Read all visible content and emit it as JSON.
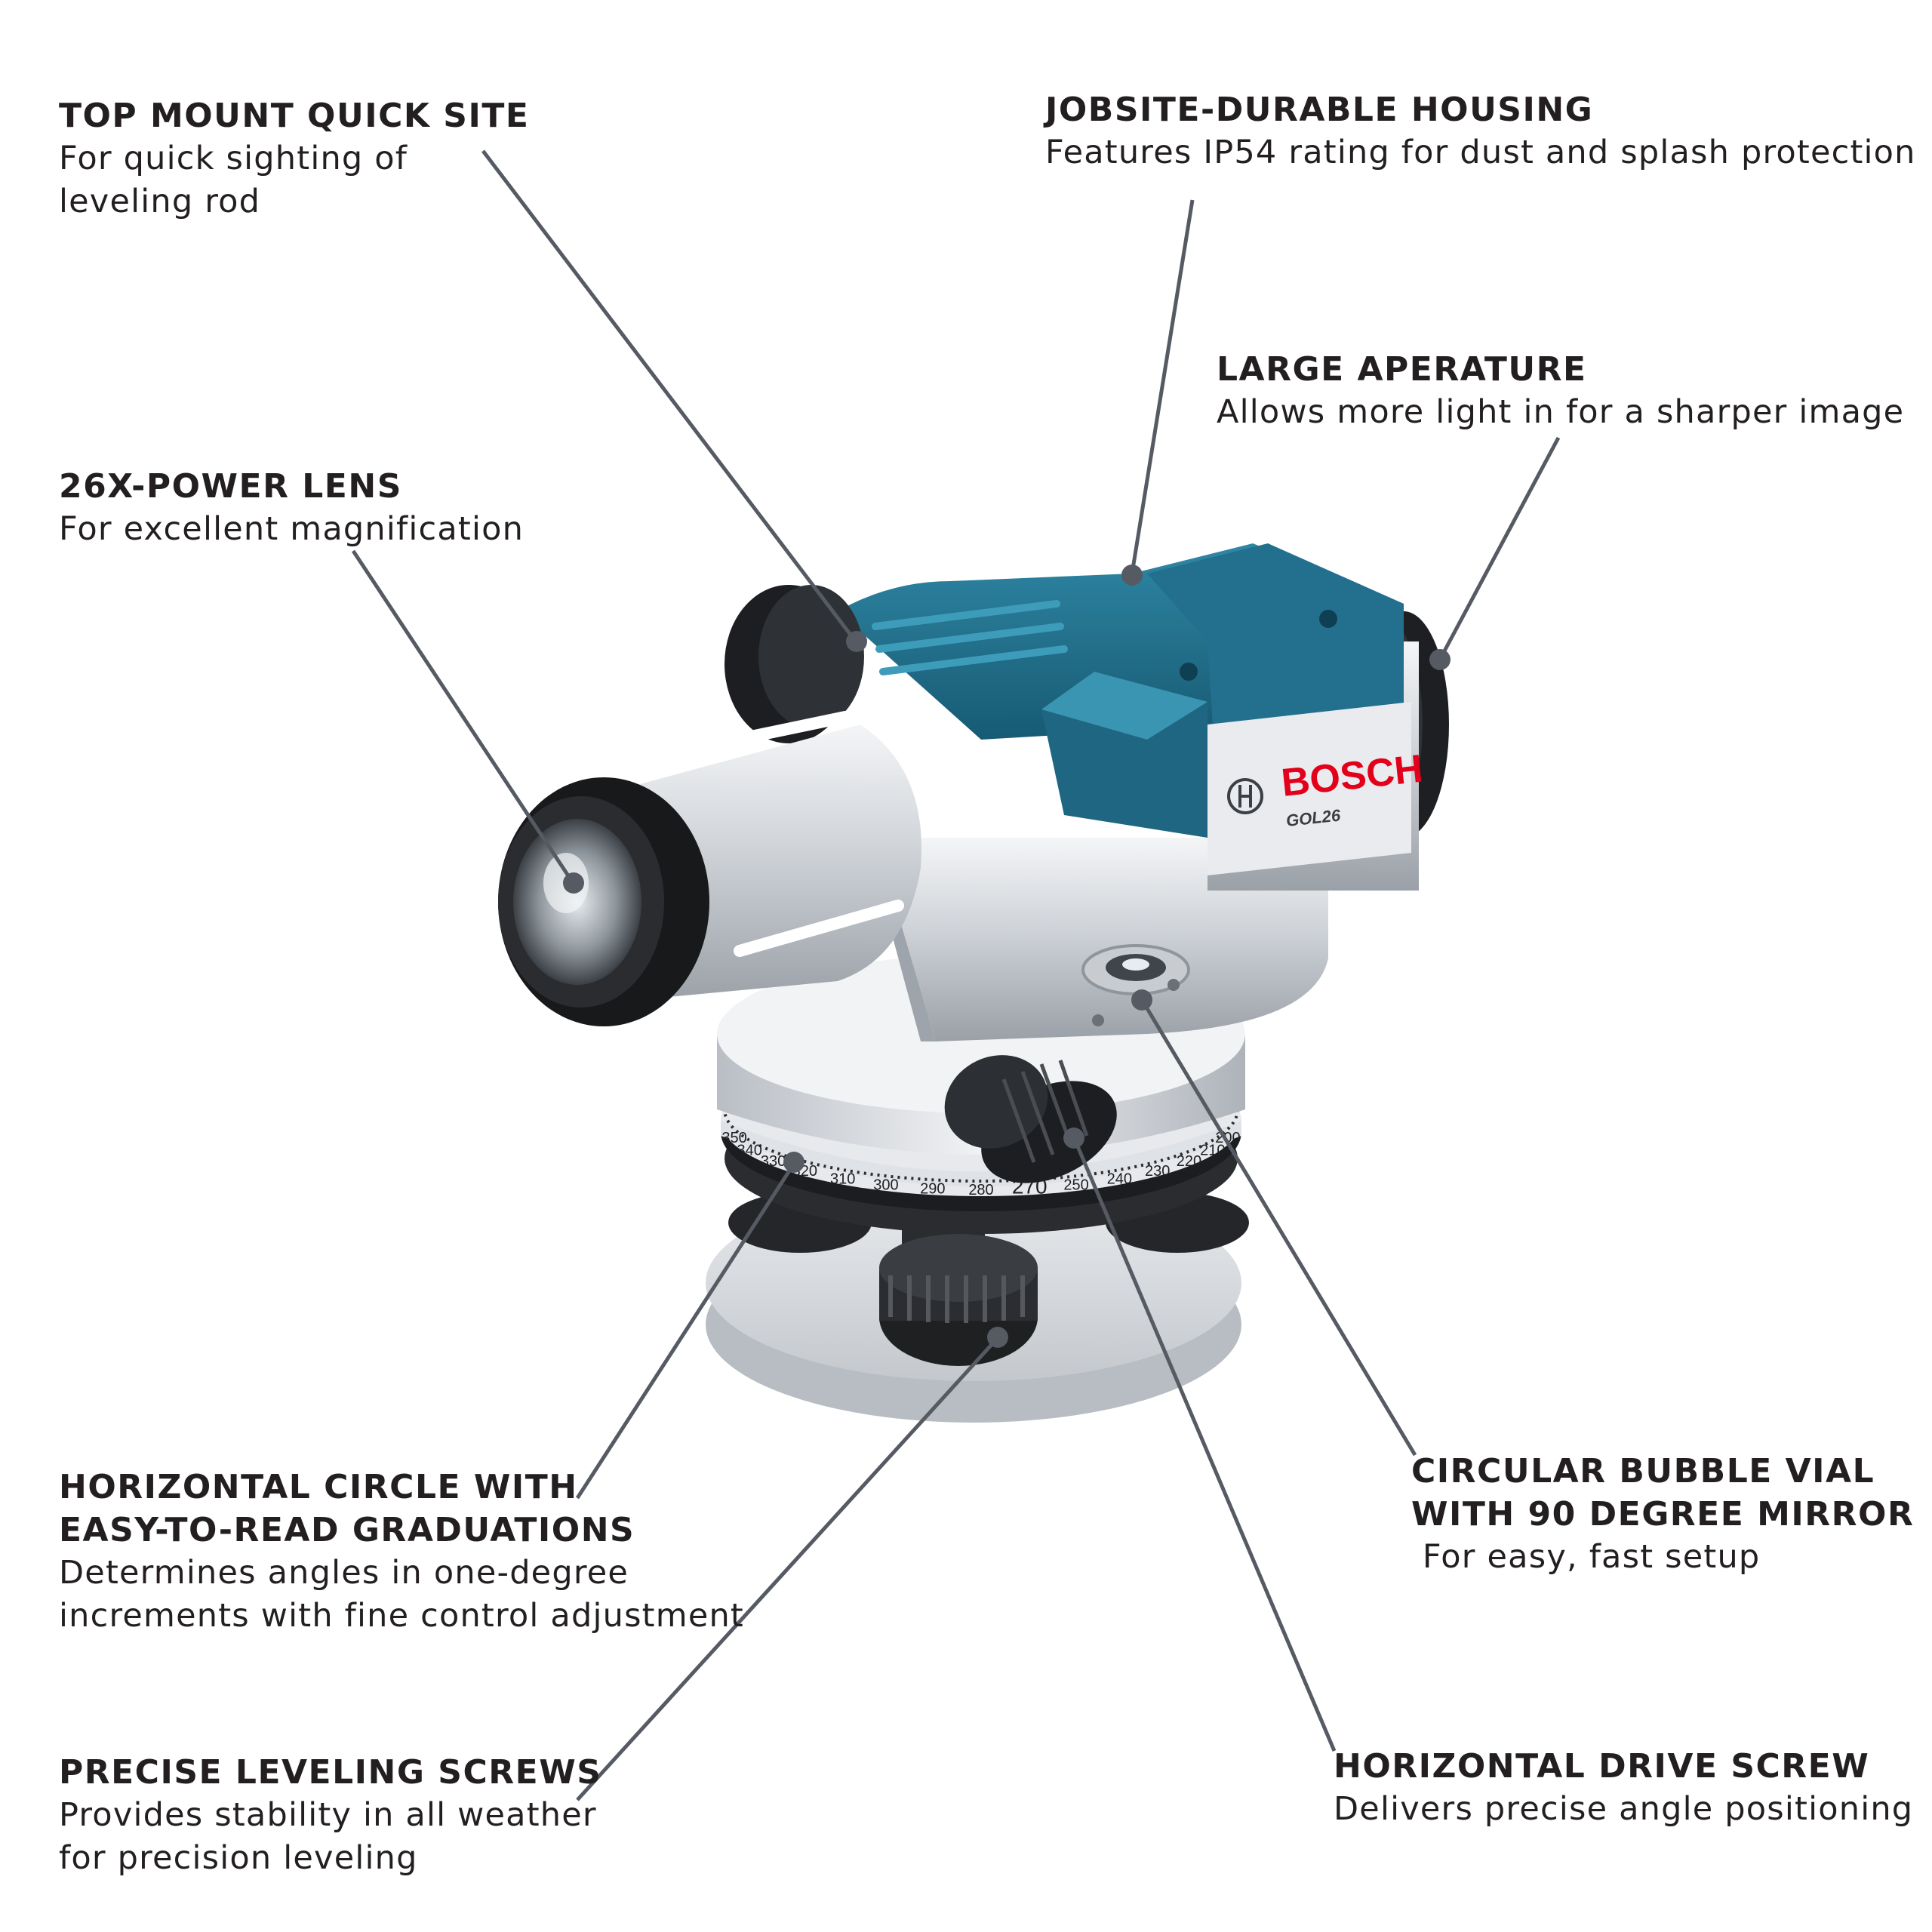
{
  "brand": {
    "name": "BOSCH",
    "model": "GOL26"
  },
  "dial_numbers": [
    "350",
    "340",
    "330",
    "320",
    "310",
    "300",
    "290",
    "280",
    "270",
    "250",
    "240",
    "230",
    "220",
    "210",
    "200"
  ],
  "colors": {
    "text": "#231f20",
    "leader": "#555a63",
    "brand_red": "#e2001a",
    "housing_blue": "#1f6f8b"
  },
  "callouts": {
    "top_mount": {
      "title": "TOP MOUNT QUICK SITE",
      "desc_1": "For quick sighting of",
      "desc_2": "leveling rod"
    },
    "housing": {
      "title": "JOBSITE-DURABLE HOUSING",
      "desc_1": "Features IP54 rating for dust and splash protection"
    },
    "aperture": {
      "title": "LARGE APERATURE",
      "desc_1": "Allows more light in for a sharper image"
    },
    "lens": {
      "title": "26X-POWER LENS",
      "desc_1": "For excellent magnification"
    },
    "circle": {
      "title_1": "HORIZONTAL CIRCLE WITH",
      "title_2": "EASY-TO-READ GRADUATIONS",
      "desc_1": "Determines angles in one-degree",
      "desc_2": "increments with fine control adjustment"
    },
    "bubble": {
      "title_1": "CIRCULAR BUBBLE VIAL",
      "title_2": "WITH 90 DEGREE MIRROR",
      "desc_1": " For easy, fast setup"
    },
    "screws": {
      "title": "PRECISE LEVELING SCREWS",
      "desc_1": "Provides stability in all weather",
      "desc_2": "for precision leveling"
    },
    "drive": {
      "title": "HORIZONTAL DRIVE SCREW",
      "desc_1": "Delivers precise angle positioning"
    }
  }
}
